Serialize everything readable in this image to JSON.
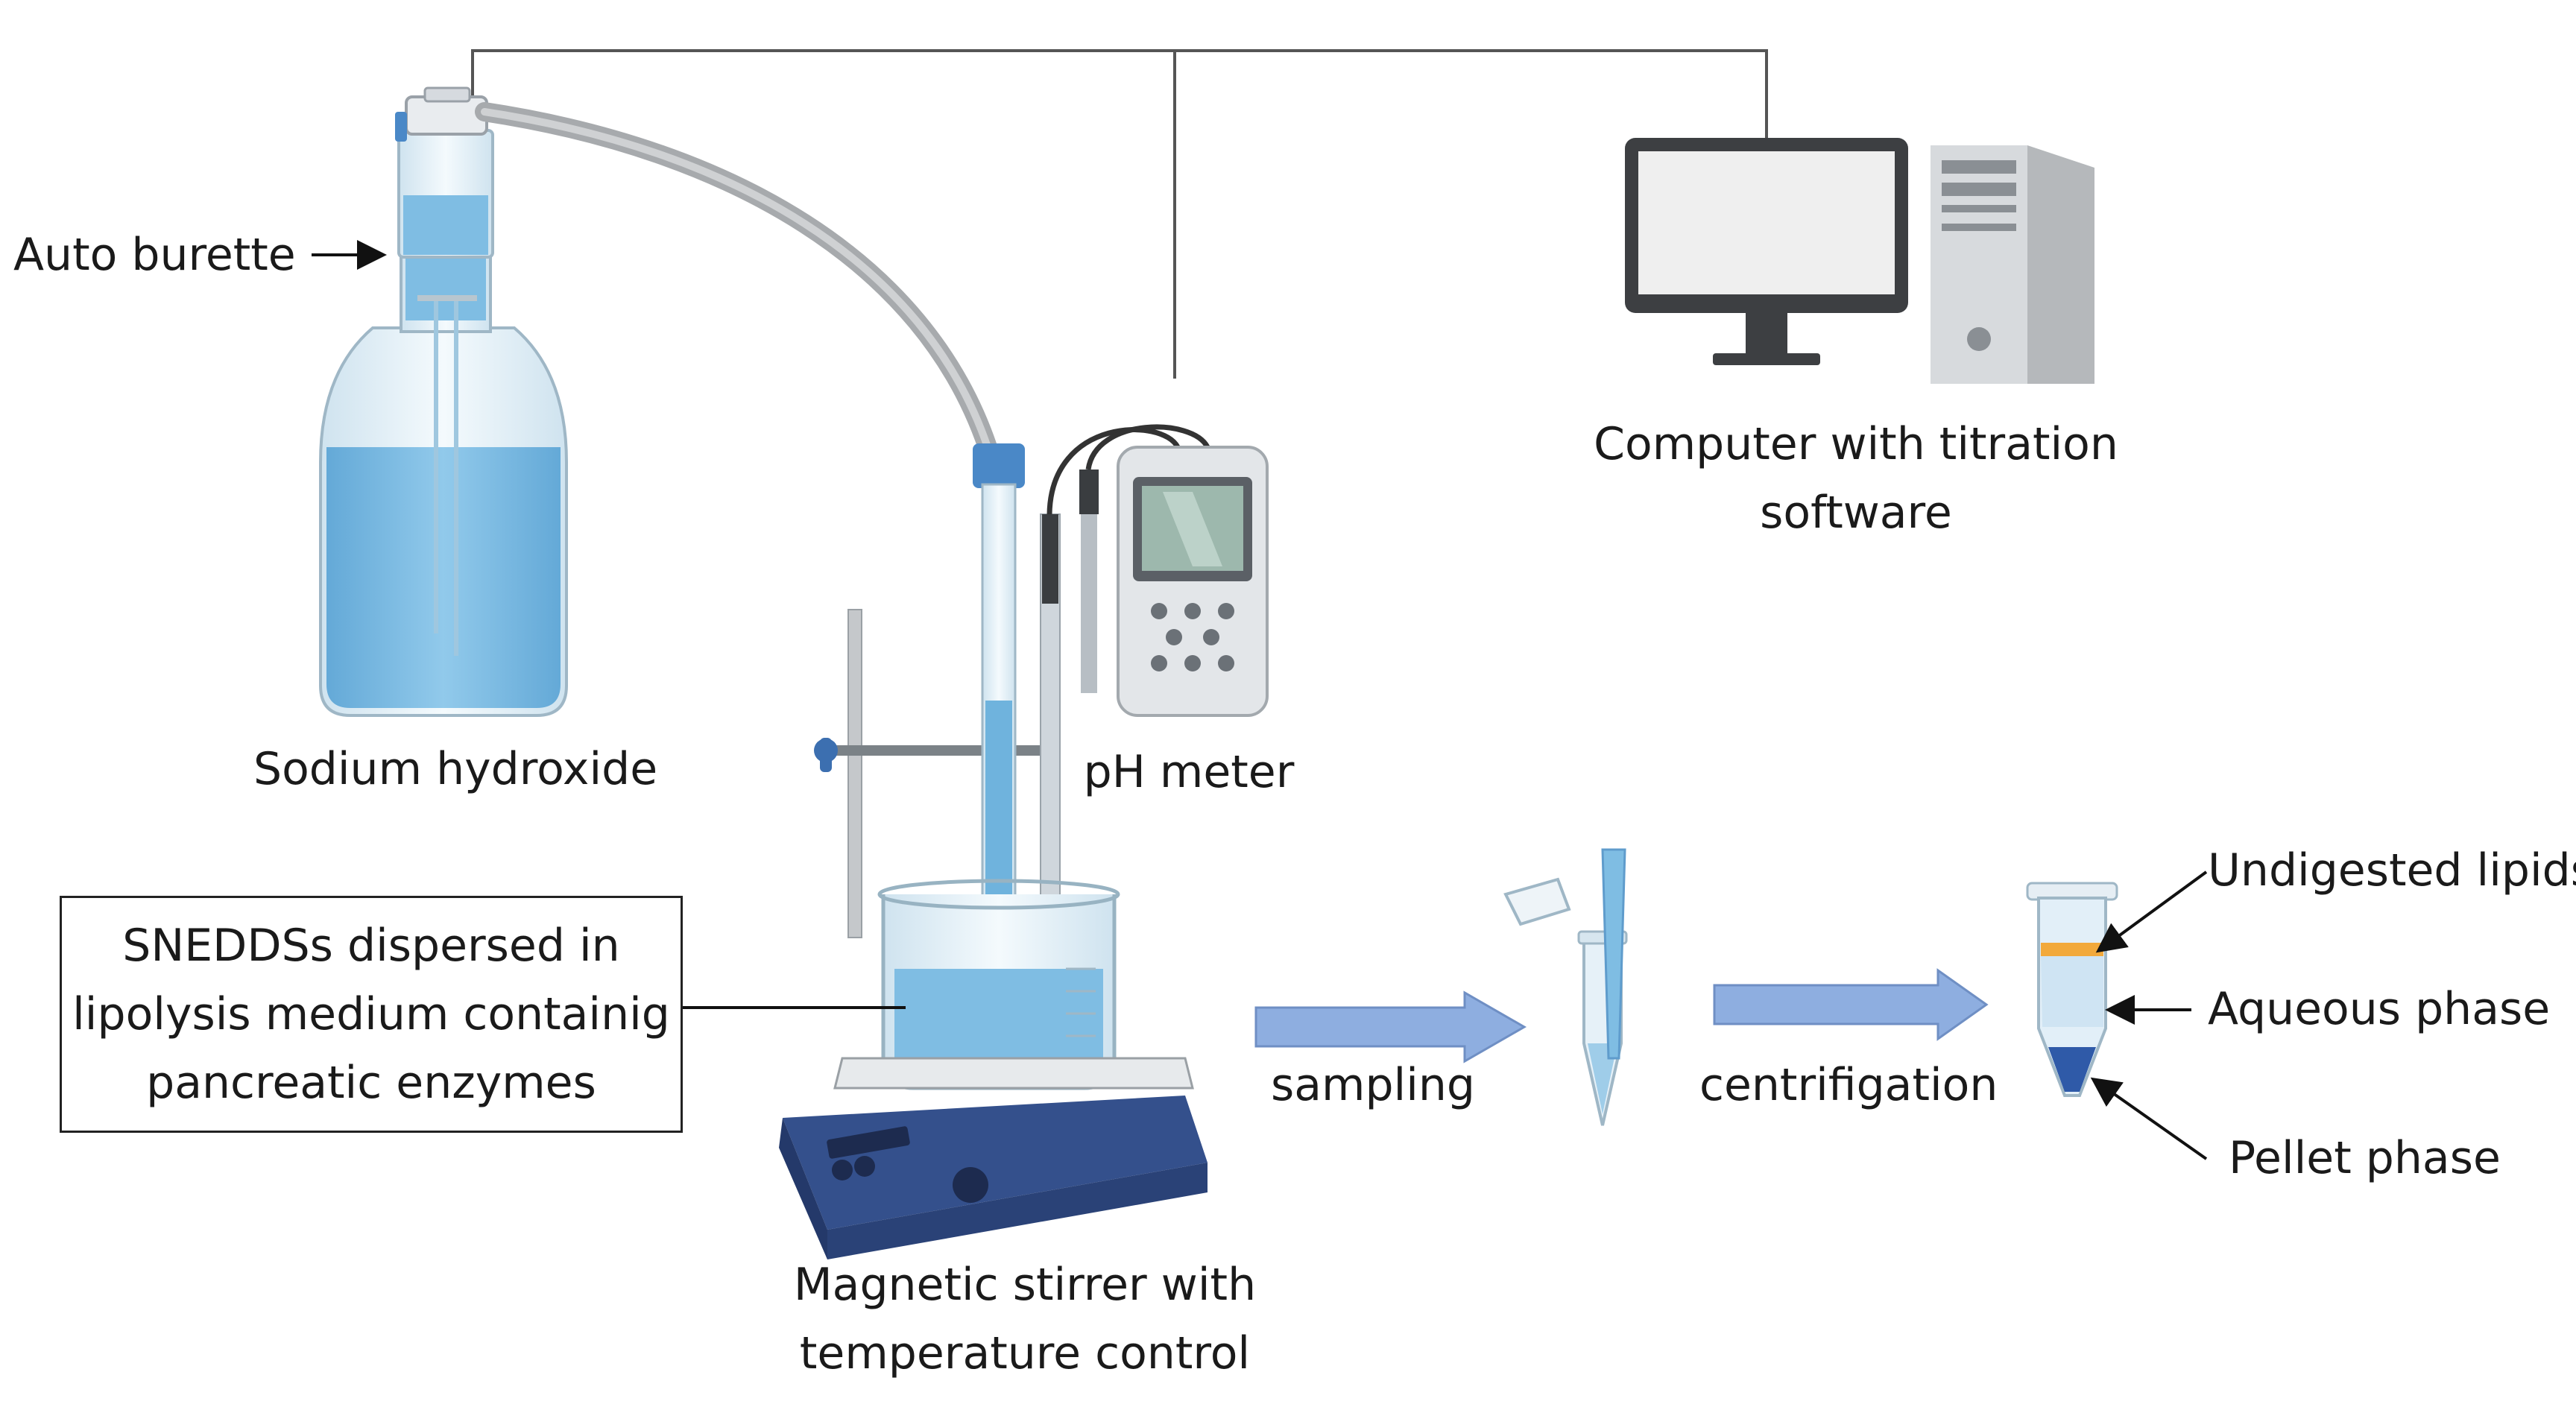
{
  "labels": {
    "auto_burette": "Auto burette",
    "sodium_hydroxide": "Sodium hydroxide",
    "ph_meter": "pH meter",
    "computer_line1": "Computer with titration",
    "computer_line2": "software",
    "sneddss_line1": "SNEDDSs dispersed in",
    "sneddss_line2": "lipolysis medium containig",
    "sneddss_line3": "pancreatic enzymes",
    "stirrer_line1": "Magnetic stirrer with",
    "stirrer_line2": "temperature control",
    "sampling": "sampling",
    "centrifigation": "centrifigation",
    "undigested_lipids": "Undigested lipids",
    "aqueous_phase": "Aqueous phase",
    "pellet_phase": "Pellet phase"
  },
  "colors": {
    "liquid_blue": "#6fb3dd",
    "glass": "#dfeef6",
    "flow_arrow": "#8eaee0",
    "lipid_band": "#f2a93b",
    "pellet": "#2f5aa8",
    "stirrer_body": "#34508c"
  }
}
